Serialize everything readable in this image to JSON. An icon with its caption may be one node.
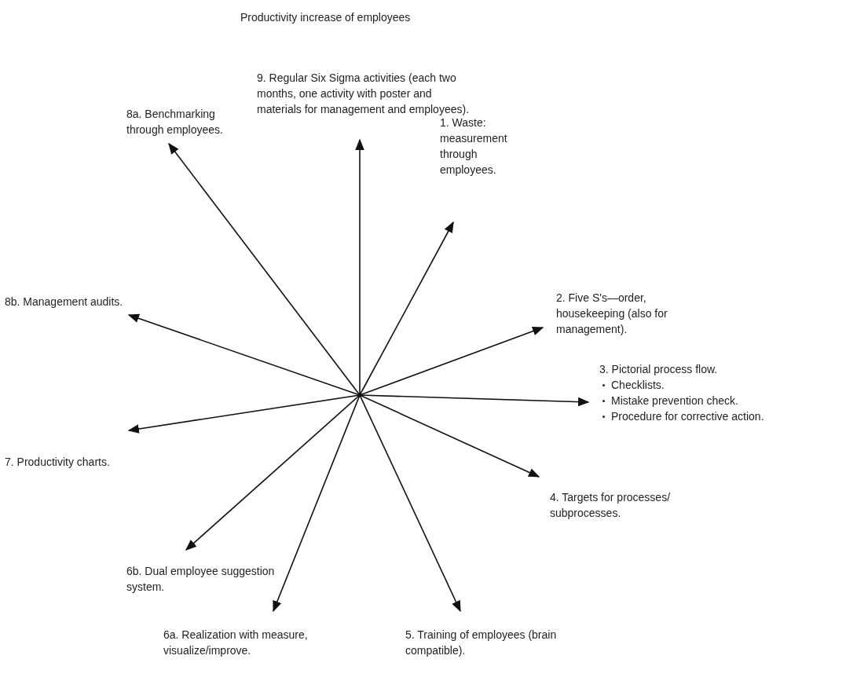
{
  "diagram": {
    "title": "Productivity increase of employees",
    "nodes": [
      {
        "text": [
          "9. Regular Six Sigma activities (each two months, one activity with poster and materials for management and employees)."
        ]
      },
      {
        "text": [
          "1. Waste: measurement through employees."
        ]
      },
      {
        "text": [
          "2. Five S's—order, housekeeping (also for management)."
        ]
      },
      {
        "text": [
          "3. Pictorial process flow.",
          "Checklists.",
          "Mistake prevention check.",
          "Procedure for corrective action."
        ]
      },
      {
        "text": [
          "4. Targets for processes/ subprocesses."
        ]
      },
      {
        "text": [
          "5. Training of employees (brain compatible)."
        ]
      },
      {
        "text": [
          "6a. Realization with measure, visualize/improve."
        ]
      },
      {
        "text": [
          "6b. Dual employee suggestion system."
        ]
      },
      {
        "text": [
          "7. Productivity charts."
        ]
      },
      {
        "text": [
          "8b. Management audits."
        ]
      },
      {
        "text": [
          "8a. Benchmarking through employees."
        ]
      }
    ],
    "edges": [
      {
        "from": null,
        "to": 0,
        "arrow": "to"
      },
      {
        "from": null,
        "to": 1,
        "arrow": "to"
      },
      {
        "from": null,
        "to": 2,
        "arrow": "to"
      },
      {
        "from": null,
        "to": 3,
        "arrow": "to"
      },
      {
        "from": null,
        "to": 4,
        "arrow": "to"
      },
      {
        "from": null,
        "to": 5,
        "arrow": "to"
      },
      {
        "from": null,
        "to": 6,
        "arrow": "to"
      },
      {
        "from": null,
        "to": 7,
        "arrow": "to"
      },
      {
        "from": null,
        "to": 8,
        "arrow": "to"
      },
      {
        "from": null,
        "to": 9,
        "arrow": "to"
      },
      {
        "from": null,
        "to": 10,
        "arrow": "to"
      }
    ]
  }
}
